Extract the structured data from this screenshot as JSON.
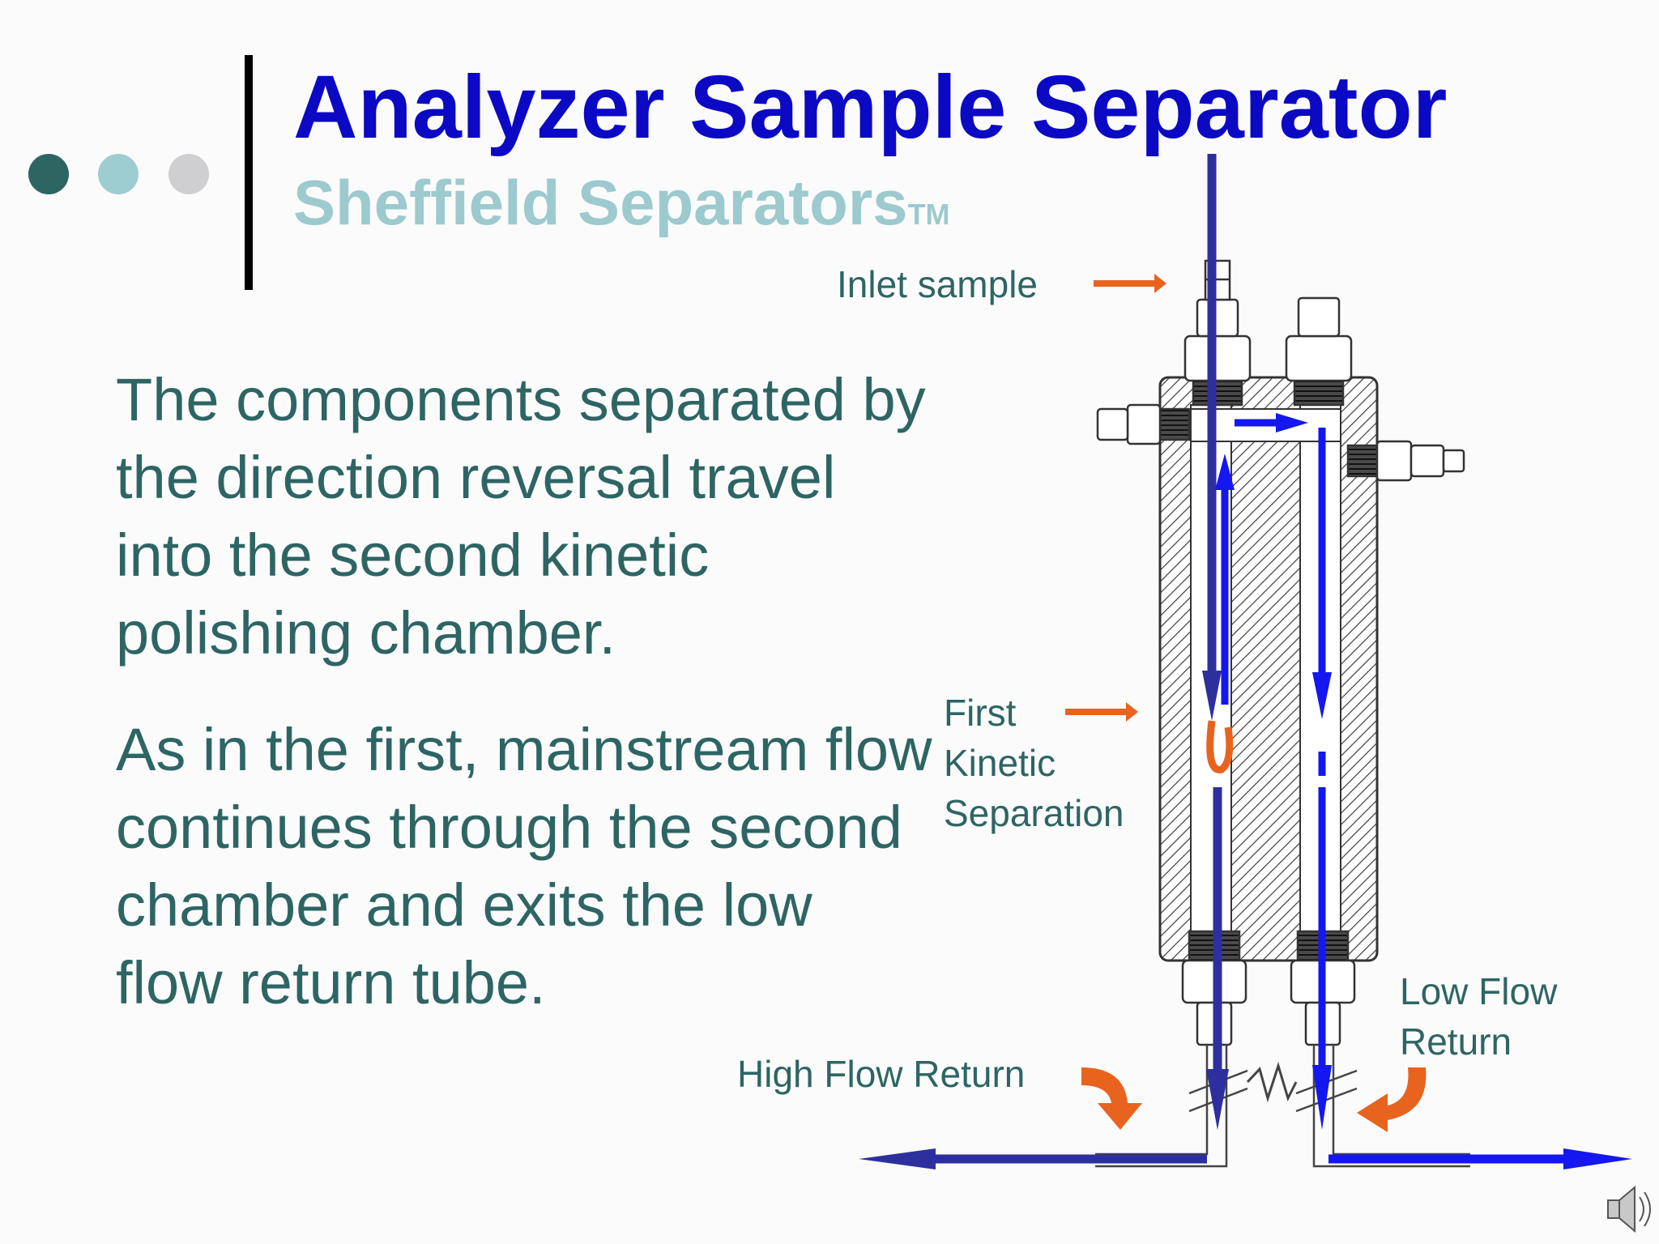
{
  "slide": {
    "title": "Analyzer Sample Separator",
    "subtitle": "Sheffield Separators",
    "subtitle_mark": "TM",
    "paragraphs": [
      "The components separated by the direction reversal travel into the second kinetic polishing chamber.",
      "As in the first, mainstream flow continues through the second chamber and exits the low flow return tube."
    ]
  },
  "diagram": {
    "labels": {
      "inlet": "Inlet sample",
      "first_kinetic": [
        "First",
        "Kinetic",
        "Separation"
      ],
      "high_flow_return": "High Flow Return",
      "low_flow_return": [
        "Low Flow",
        "Return"
      ]
    },
    "icons": [
      "speaker-icon"
    ]
  },
  "colors": {
    "title": "#0b09c4",
    "subtitle": "#9ccace",
    "body_text": "#2d6563",
    "dot_dark": "#2d6563",
    "dot_light": "#9dcdd0",
    "dot_gray": "#cfcfd1",
    "main_flow_arrow": "#2e2f9e",
    "separated_flow_arrow": "#1417f0",
    "callout_arrow": "#e8641e"
  }
}
